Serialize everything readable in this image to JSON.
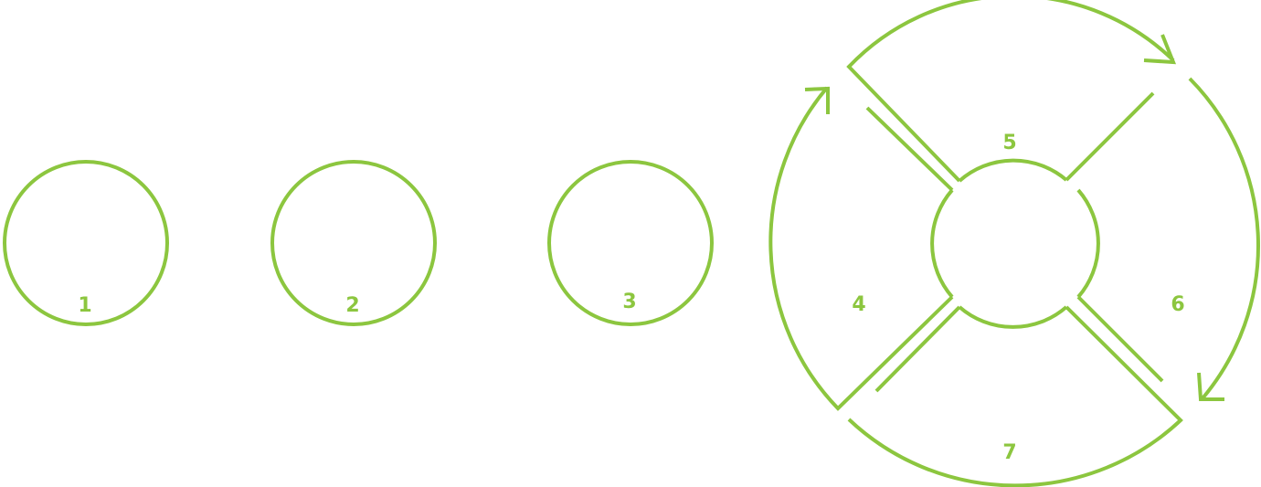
{
  "colors": {
    "stroke": "#8cc63f",
    "label": "#8cc63f",
    "background": "#ffffff"
  },
  "circles": [
    {
      "label": "1"
    },
    {
      "label": "2"
    },
    {
      "label": "3"
    }
  ],
  "cycle": {
    "segments": [
      {
        "label": "4"
      },
      {
        "label": "5"
      },
      {
        "label": "6"
      },
      {
        "label": "7"
      }
    ]
  }
}
